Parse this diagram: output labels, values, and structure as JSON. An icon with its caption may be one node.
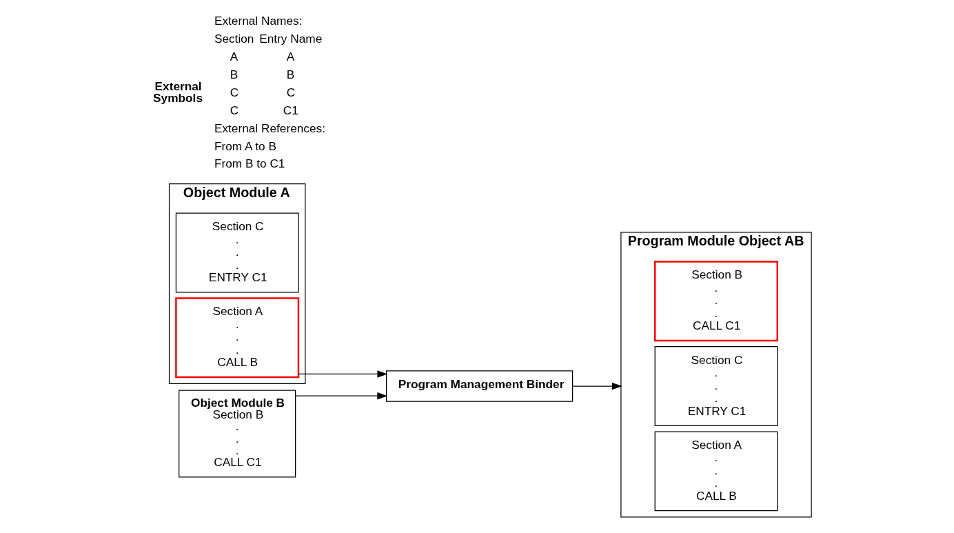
{
  "diagram": {
    "nodes": [
      {
        "text": [
          "Object Module A"
        ]
      },
      {
        "text": [
          "Section A",
          ".",
          ".",
          ".",
          "CALL B"
        ],
        "in": 0
      },
      {
        "text": [
          "Section C",
          ".",
          ".",
          ".",
          "ENTRY C1"
        ],
        "in": 0
      },
      {
        "text": [
          "Program Management Binder"
        ]
      },
      {
        "text": [
          "Object Module B",
          "Section B",
          ".",
          ".",
          ".",
          "CALL C1"
        ]
      },
      {
        "text": [
          "Program Module Object AB"
        ]
      },
      {
        "text": [
          "Section A",
          ".",
          ".",
          ".",
          "CALL B"
        ],
        "in": 5
      },
      {
        "text": [
          "Section C",
          ".",
          ".",
          ".",
          "ENTRY C1"
        ],
        "in": 5
      },
      {
        "text": [
          "Section B",
          ".",
          ".",
          ".",
          "CALL C1"
        ],
        "in": 5
      }
    ],
    "edges": [
      {
        "from": 1,
        "to": 3,
        "arrow": "to"
      },
      {
        "from": 4,
        "to": 3,
        "arrow": "to"
      },
      {
        "from": 3,
        "to": 5,
        "arrow": "to"
      }
    ],
    "labels": [
      "External Symbols",
      "External Names:",
      "Section",
      "Entry Name",
      "A",
      "A",
      "B",
      "B",
      "C",
      "C",
      "C",
      "C1",
      "External References:",
      "From A to B",
      "From B to C1"
    ]
  }
}
